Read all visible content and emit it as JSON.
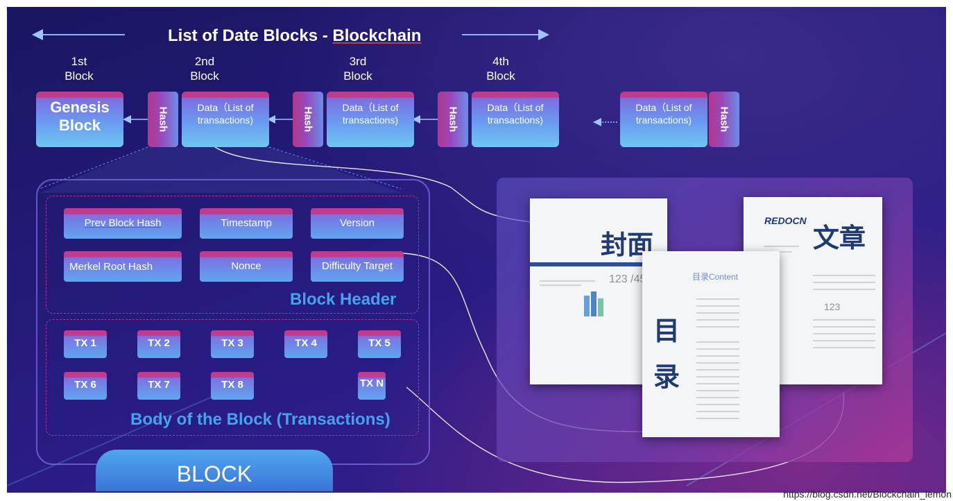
{
  "header": {
    "title_prefix": "List of Date Blocks - ",
    "title_link": "Blockchain"
  },
  "chain": {
    "block_labels": [
      {
        "line1": "1st",
        "line2": "Block"
      },
      {
        "line1": "2nd",
        "line2": "Block"
      },
      {
        "line1": "3rd",
        "line2": "Block"
      },
      {
        "line1": "4th",
        "line2": "Block"
      }
    ],
    "genesis": {
      "line1": "Genesis",
      "line2": "Block"
    },
    "hash_label": "Hash",
    "data_line1": "Data（List of",
    "data_line2": "transactions)"
  },
  "block_detail": {
    "header_fields": [
      "Prev Block Hash",
      "Timestamp",
      "Version",
      "Merkel Root Hash",
      "Nonce",
      "Difficulty Target"
    ],
    "header_title": "Block Header",
    "transactions": [
      "TX 1",
      "TX 2",
      "TX 3",
      "TX 4",
      "TX 5",
      "TX 6",
      "TX 7",
      "TX 8",
      "TX N"
    ],
    "body_title": "Body of the Block (Transactions)",
    "block_label": "BLOCK"
  },
  "documents": {
    "cover": {
      "title": "封面",
      "number": "123 /45"
    },
    "toc": {
      "title_line1": "目",
      "title_line2": "录",
      "heading": "目录Content"
    },
    "article": {
      "logo": "REDOCN",
      "title": "文章",
      "number": "123"
    }
  },
  "watermark": "https://blog.csdn.net/Blockchain_lemon",
  "colors": {
    "accent_blue": "#45a2ee",
    "accent_magenta": "#c03a8e",
    "title_text": "#203a72"
  }
}
